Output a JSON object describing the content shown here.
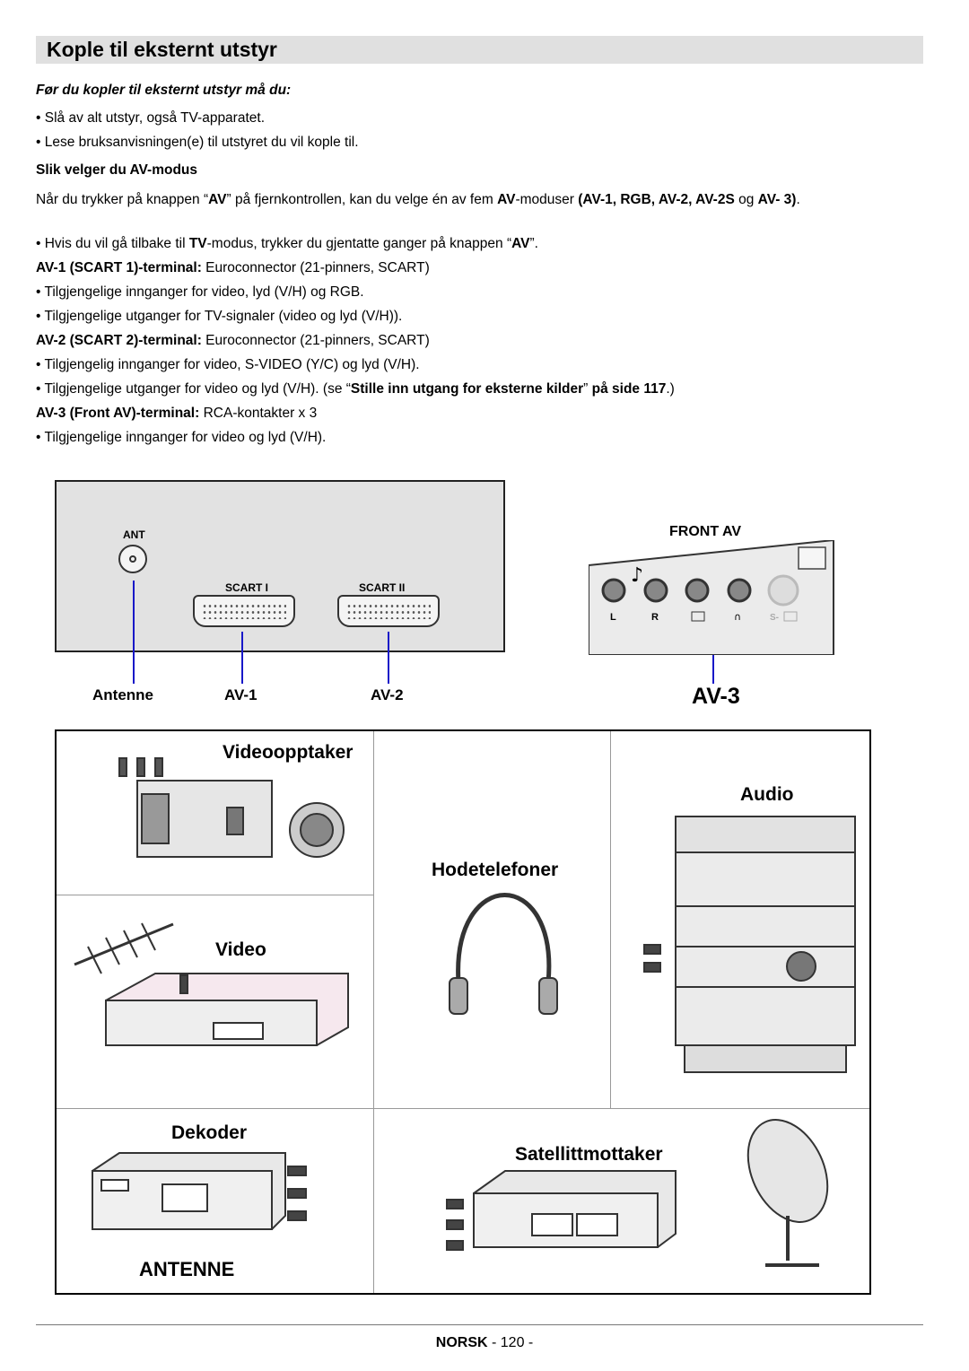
{
  "page_title": "Kople til eksternt utstyr",
  "intro_heading": "Før du kopler til eksternt utstyr må du:",
  "intro_bullets": [
    "Slå av alt utstyr, også TV-apparatet.",
    "Lese bruksanvisningen(e) til utstyret du vil kople til."
  ],
  "av_mode_heading": "Slik velger du AV-modus",
  "av_mode_para": {
    "p1": "Når du trykker på knappen “",
    "p1b": "AV",
    "p2": "” på fjernkontrollen, kan du velge én av fem ",
    "p2b": "AV",
    "p3": "-moduser ",
    "p3b": "(AV-1, RGB, AV-2, AV-2S",
    "p4": " og ",
    "p4b": "AV- 3)",
    "p5": "."
  },
  "tv_mode_bullet": {
    "p1": "Hvis du vil gå tilbake til ",
    "p1b": "TV",
    "p2": "-modus, trykker du gjentatte ganger på knappen “",
    "p2b": "AV",
    "p3": "”."
  },
  "av1": {
    "label": "AV-1 (SCART 1)-terminal:",
    "desc": " Euroconnector (21-pinners, SCART)",
    "bullets": [
      "Tilgjengelige innganger for video, lyd (V/H) og RGB.",
      "Tilgjengelige utganger for TV-signaler (video og lyd (V/H))."
    ]
  },
  "av2": {
    "label": "AV-2 (SCART 2)-terminal:",
    "desc": " Euroconnector (21-pinners, SCART)",
    "bullet1": "Tilgjengelig innganger for video, S-VIDEO (Y/C) og lyd (V/H).",
    "bullet2_p1": "Tilgjengelige utganger for video og lyd (V/H). (se “",
    "bullet2_b": "Stille inn utgang for eksterne kilder",
    "bullet2_p2": "” ",
    "bullet2_b2": "på side 117",
    "bullet2_p3": ".)"
  },
  "av3": {
    "label": "AV-3 (Front AV)-terminal:",
    "desc": " RCA-kontakter x 3",
    "bullets": [
      "Tilgjengelige innganger for video og lyd (V/H)."
    ]
  },
  "diagram": {
    "ant_label": "ANT",
    "scart1_label": "SCART I",
    "scart2_label": "SCART II",
    "front_av_label": "FRONT AV",
    "front_l": "L",
    "front_r": "R",
    "front_s": "S-",
    "conn_antenne": "Antenne",
    "conn_av1": "AV-1",
    "conn_av2": "AV-2",
    "conn_av3": "AV-3"
  },
  "devices": {
    "videoopptaker": "Videoopptaker",
    "audio": "Audio",
    "hodetelefoner": "Hodetelefoner",
    "video": "Video",
    "dekoder": "Dekoder",
    "satellitt": "Satellittmottaker",
    "antenne": "ANTENNE"
  },
  "footer": {
    "lang": "NORSK",
    "page": " - 120 -"
  },
  "colors": {
    "title_bg": "#e0e0e0",
    "connector_line": "#1818c8"
  }
}
